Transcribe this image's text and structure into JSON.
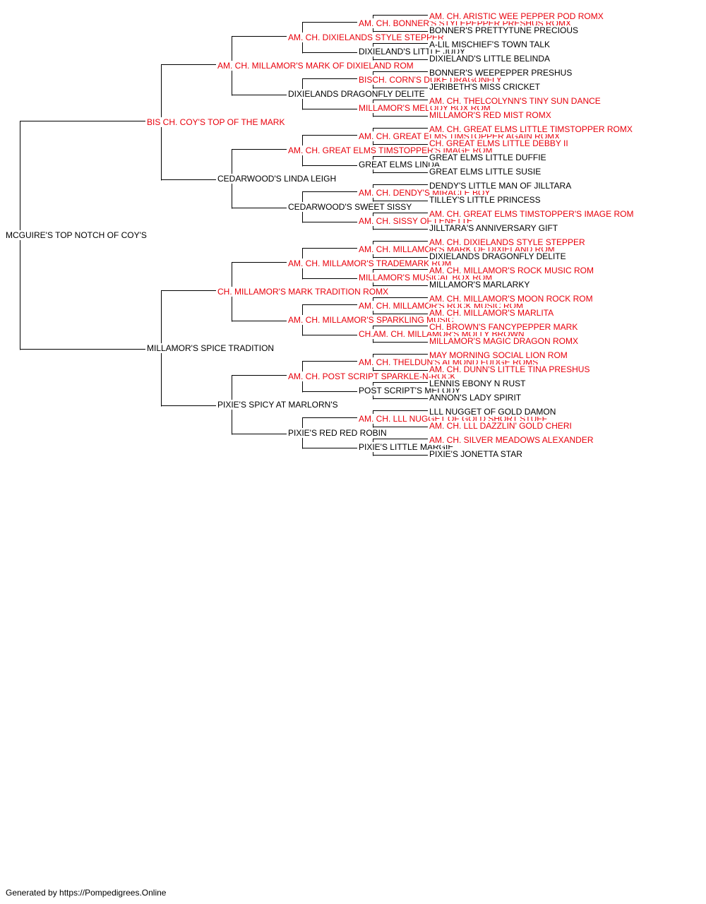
{
  "colors": {
    "champion": "#e8000b",
    "regular": "#000000",
    "line": "#000000"
  },
  "pedigree": {
    "name": "MCGUIRE'S TOP NOTCH OF COY'S",
    "ch": false,
    "sire": {
      "name": "BIS CH. COY'S TOP OF THE MARK",
      "ch": true,
      "sire": {
        "name": "AM. CH. MILLAMOR'S MARK OF DIXIELAND ROM",
        "ch": true,
        "sire": {
          "name": "AM. CH. DIXIELANDS STYLE STEPPER",
          "ch": true,
          "sire": {
            "name": "AM. CH. BONNER'S STYLEPEPPER PRESHUS ROMX",
            "ch": true,
            "sire": {
              "name": "AM. CH. ARISTIC WEE PEPPER POD ROMX",
              "ch": true
            },
            "dam": {
              "name": "BONNER'S PRETTYTUNE PRECIOUS",
              "ch": false
            }
          },
          "dam": {
            "name": "DIXIELAND'S LITTLE JUDY",
            "ch": false,
            "sire": {
              "name": "A-LIL MISCHIEF'S TOWN TALK",
              "ch": false
            },
            "dam": {
              "name": "DIXIELAND'S LITTLE BELINDA",
              "ch": false
            }
          }
        },
        "dam": {
          "name": "DIXIELANDS DRAGONFLY DELITE",
          "ch": false,
          "sire": {
            "name": "BISCH. CORN'S DUKE DRAGONFLY",
            "ch": true,
            "sire": {
              "name": "BONNER'S WEEPEPPER PRESHUS",
              "ch": false
            },
            "dam": {
              "name": "JERIBETH'S MISS CRICKET",
              "ch": false
            }
          },
          "dam": {
            "name": "MILLAMOR'S MELODY BOX ROM",
            "ch": true,
            "sire": {
              "name": "AM. CH. THELCOLYNN'S TINY SUN DANCE",
              "ch": true
            },
            "dam": {
              "name": "MILLAMOR'S RED MIST ROMX",
              "ch": true
            }
          }
        }
      },
      "dam": {
        "name": "CEDARWOOD'S LINDA LEIGH",
        "ch": false,
        "sire": {
          "name": "AM. CH. GREAT ELMS TIMSTOPPER'S IMAGE ROM",
          "ch": true,
          "sire": {
            "name": "AM. CH. GREAT ELMS TIMSTOPPER AGAIN ROMX",
            "ch": true,
            "sire": {
              "name": "AM. CH. GREAT ELMS LITTLE TIMSTOPPER ROMX",
              "ch": true
            },
            "dam": {
              "name": "CH. GREAT ELMS LITTLE DEBBY II",
              "ch": true
            }
          },
          "dam": {
            "name": "GREAT ELMS LINDA",
            "ch": false,
            "sire": {
              "name": "GREAT ELMS LITTLE DUFFIE",
              "ch": false
            },
            "dam": {
              "name": "GREAT ELMS LITTLE SUSIE",
              "ch": false
            }
          }
        },
        "dam": {
          "name": "CEDARWOOD'S SWEET SISSY",
          "ch": false,
          "sire": {
            "name": "AM. CH. DENDY'S MIRACLE BOY",
            "ch": true,
            "sire": {
              "name": "DENDY'S LITTLE MAN OF JILLTARA",
              "ch": false
            },
            "dam": {
              "name": "TILLEY'S LITTLE PRINCESS",
              "ch": false
            }
          },
          "dam": {
            "name": "AM. CH. SISSY OF LENETTE",
            "ch": true,
            "sire": {
              "name": "AM. CH. GREAT ELMS TIMSTOPPER'S IMAGE ROM",
              "ch": true
            },
            "dam": {
              "name": "JILLTARA'S ANNIVERSARY GIFT",
              "ch": false
            }
          }
        }
      }
    },
    "dam": {
      "name": "MILLAMOR'S SPICE TRADITION",
      "ch": false,
      "sire": {
        "name": "CH. MILLAMOR'S MARK TRADITION ROMX",
        "ch": true,
        "sire": {
          "name": "AM. CH. MILLAMOR'S TRADEMARK ROM",
          "ch": true,
          "sire": {
            "name": "AM. CH. MILLAMOR'S MARK OF DIXIELAND ROM",
            "ch": true,
            "sire": {
              "name": "AM. CH. DIXIELANDS STYLE STEPPER",
              "ch": true
            },
            "dam": {
              "name": "DIXIELANDS DRAGONFLY DELITE",
              "ch": false
            }
          },
          "dam": {
            "name": "MILLAMOR'S MUSICAL BOX ROM",
            "ch": true,
            "sire": {
              "name": "AM. CH. MILLAMOR'S ROCK MUSIC ROM",
              "ch": true
            },
            "dam": {
              "name": "MILLAMOR'S MARLARKY",
              "ch": false
            }
          }
        },
        "dam": {
          "name": "AM. CH. MILLAMOR'S SPARKLING MUSIC",
          "ch": true,
          "sire": {
            "name": "AM. CH. MILLAMOR'S ROCK MUSIC ROM",
            "ch": true,
            "sire": {
              "name": "AM. CH. MILLAMOR'S MOON ROCK ROM",
              "ch": true
            },
            "dam": {
              "name": "AM. CH. MILLAMOR'S MARLITA",
              "ch": true
            }
          },
          "dam": {
            "name": "CH.AM. CH. MILLAMOR'S MOLLY BROWN",
            "ch": true,
            "sire": {
              "name": "CH. BROWN'S FANCYPEPPER MARK",
              "ch": true
            },
            "dam": {
              "name": "MILLAMOR'S MAGIC DRAGON ROMX",
              "ch": true
            }
          }
        }
      },
      "dam": {
        "name": "PIXIE'S SPICY AT MARLORN'S",
        "ch": false,
        "sire": {
          "name": "AM. CH. POST SCRIPT SPARKLE-N-ROCK",
          "ch": true,
          "sire": {
            "name": "AM. CH. THELDUN'S ALMOND FUDGE ROMS",
            "ch": true,
            "sire": {
              "name": "MAY MORNING SOCIAL LION ROM",
              "ch": true
            },
            "dam": {
              "name": "AM. CH. DUNN'S LITTLE TINA PRESHUS",
              "ch": true
            }
          },
          "dam": {
            "name": "POST SCRIPT'S MELODY",
            "ch": false,
            "sire": {
              "name": "LENNIS EBONY N RUST",
              "ch": false
            },
            "dam": {
              "name": "ANNON'S LADY SPIRIT",
              "ch": false
            }
          }
        },
        "dam": {
          "name": "PIXIE'S RED RED ROBIN",
          "ch": false,
          "sire": {
            "name": "AM. CH. LLL NUGGET OF GOLD SHORT STUFF",
            "ch": true,
            "sire": {
              "name": "LLL NUGGET OF GOLD DAMON",
              "ch": false
            },
            "dam": {
              "name": "AM. CH. LLL DAZZLIN' GOLD CHERI",
              "ch": true
            }
          },
          "dam": {
            "name": "PIXIE'S LITTLE MARGIE",
            "ch": false,
            "sire": {
              "name": "AM. CH. SILVER MEADOWS ALEXANDER",
              "ch": true
            },
            "dam": {
              "name": "PIXIE'S JONETTA STAR",
              "ch": false
            }
          }
        }
      }
    }
  },
  "footer": {
    "text": "Generated by https://Pompedigrees.Online"
  }
}
